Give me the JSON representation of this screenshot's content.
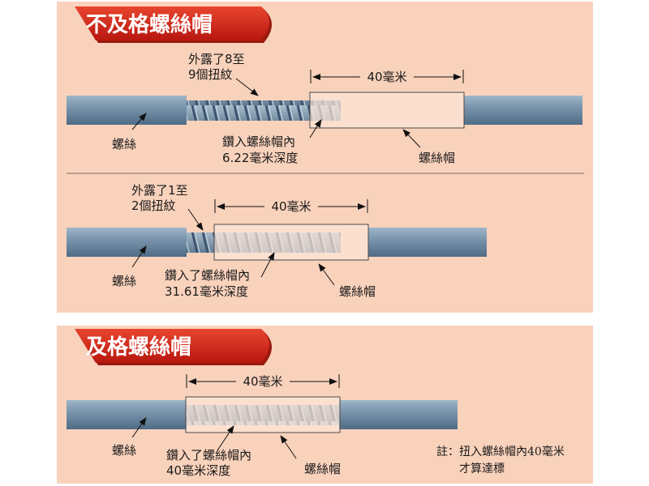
{
  "colors": {
    "panel_bg": "#f9d2bc",
    "banner_red": "#d4271b",
    "rod_blue": "#6f8ea8",
    "sleeve_fill": "#fbe5d8"
  },
  "panel_bad": {
    "title": "不及格螺絲帽",
    "diagram1": {
      "exposed_line1": "外露了8至",
      "exposed_line2": "9個扭紋",
      "dimension": "40毫米",
      "rod_label": "螺絲",
      "depth_line1": "鑽入螺絲帽內",
      "depth_line2": "6.22毫米深度",
      "sleeve_label": "螺絲帽"
    },
    "diagram2": {
      "exposed_line1": "外露了1至",
      "exposed_line2": "2個扭紋",
      "dimension": "40毫米",
      "rod_label": "螺絲",
      "depth_line1": "鑽入了螺絲帽內",
      "depth_line2": "31.61毫米深度",
      "sleeve_label": "螺絲帽"
    }
  },
  "panel_good": {
    "title": "及格螺絲帽",
    "diagram3": {
      "dimension": "40毫米",
      "rod_label": "螺絲",
      "depth_line1": "鑽入了螺絲帽內",
      "depth_line2": "40毫米深度",
      "sleeve_label": "螺絲帽"
    },
    "note_line1": "註：扭入螺絲帽內40毫米",
    "note_line2": "才算達標"
  }
}
